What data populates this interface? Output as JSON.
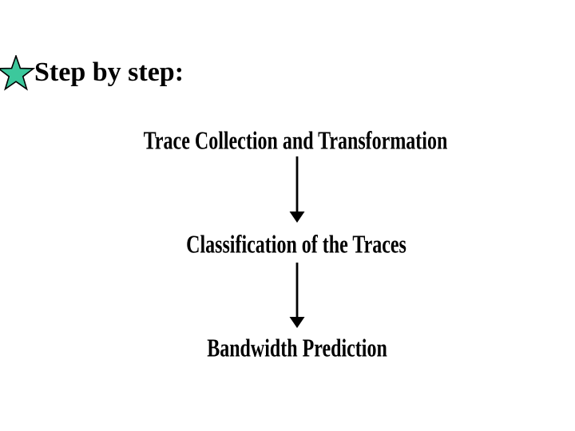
{
  "slide": {
    "background_color": "#FFFFFF",
    "text_color": "#000000",
    "title": "Step by step:",
    "bullet": {
      "icon": "star-icon",
      "fill_color": "#3CC89C",
      "stroke_color": "#000000"
    },
    "flow": {
      "arrow_icon": "arrow-down-icon",
      "arrow_color": "#000000",
      "steps": [
        "Trace Collection and Transformation",
        "Classification of the Traces",
        "Bandwidth Prediction"
      ]
    }
  }
}
